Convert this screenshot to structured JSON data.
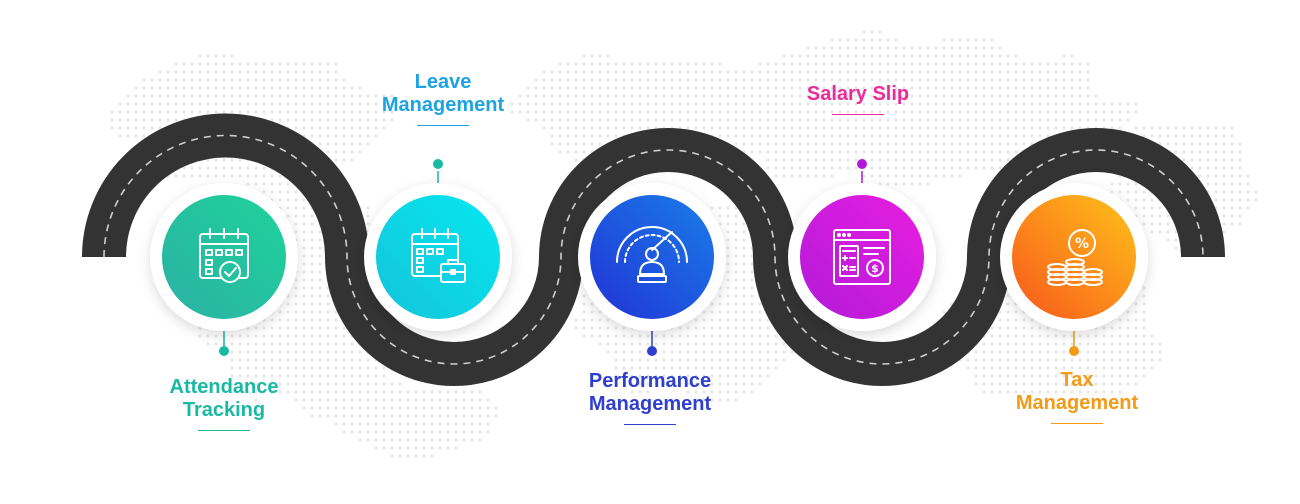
{
  "steps": [
    {
      "label_line1": "Attendance",
      "label_line2": "Tracking",
      "icon": "calendar-check-icon",
      "color": "#19b9a4",
      "gradient": [
        "#2bb0a5",
        "#1fd39a"
      ]
    },
    {
      "label_line1": "Leave",
      "label_line2": "Management",
      "icon": "calendar-briefcase-icon",
      "color": "#1ba3e3",
      "gradient": [
        "#14c3d9",
        "#06e8f0"
      ]
    },
    {
      "label_line1": "Performance",
      "label_line2": "Management",
      "icon": "performance-gauge-icon",
      "color": "#2e3fd0",
      "gradient": [
        "#2134d6",
        "#1a7de8"
      ]
    },
    {
      "label_line1": "Salary Slip",
      "label_line2": "",
      "icon": "salary-slip-icon",
      "color": "#ee2a9a",
      "gradient": [
        "#b21ad9",
        "#e81ee0"
      ]
    },
    {
      "label_line1": "Tax",
      "label_line2": "Management",
      "icon": "tax-coins-icon",
      "color": "#f39a16",
      "gradient": [
        "#f8571b",
        "#ffc21a"
      ]
    }
  ],
  "colors": {
    "road": "#333333",
    "road_dash": "#cfcfcf",
    "map_dots": "#e7e7e7"
  }
}
